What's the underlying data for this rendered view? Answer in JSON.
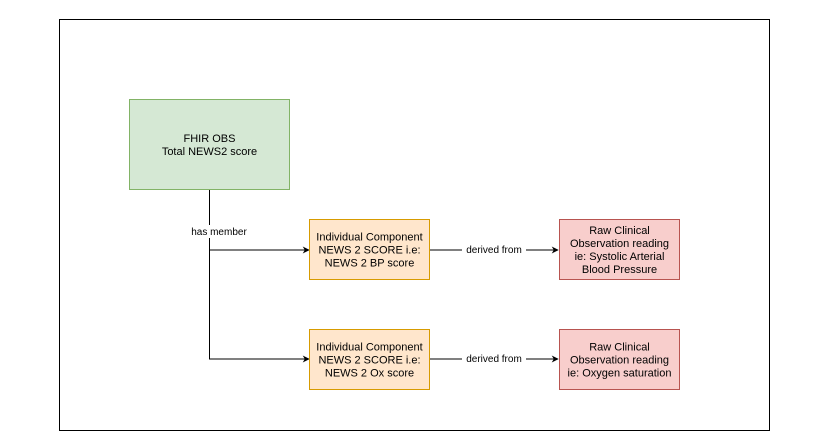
{
  "diagram": {
    "nodes": {
      "fhir_obs": {
        "lines": [
          "FHIR OBS",
          "Total NEWS2 score"
        ],
        "fill": "#d5e8d4",
        "stroke": "#82b366"
      },
      "component_bp": {
        "lines": [
          "Individual Component",
          "NEWS 2 SCORE i.e:",
          "NEWS 2 BP score"
        ],
        "fill": "#ffe6cc",
        "stroke": "#d79b00"
      },
      "component_ox": {
        "lines": [
          "Individual Component",
          "NEWS 2 SCORE i.e:",
          "NEWS 2 Ox score"
        ],
        "fill": "#ffe6cc",
        "stroke": "#d79b00"
      },
      "raw_bp": {
        "lines": [
          "Raw Clinical",
          "Observation reading",
          "ie: Systolic Arterial",
          "Blood Pressure"
        ],
        "fill": "#f8cecc",
        "stroke": "#b85450"
      },
      "raw_ox": {
        "lines": [
          "Raw Clinical",
          "Observation reading",
          "ie: Oxygen saturation"
        ],
        "fill": "#f8cecc",
        "stroke": "#b85450"
      }
    },
    "edges": {
      "has_member": "has member",
      "derived_from_bp": "derived from",
      "derived_from_ox": "derived from"
    },
    "colors": {
      "edge": "#000000",
      "frame": "#000000"
    }
  }
}
